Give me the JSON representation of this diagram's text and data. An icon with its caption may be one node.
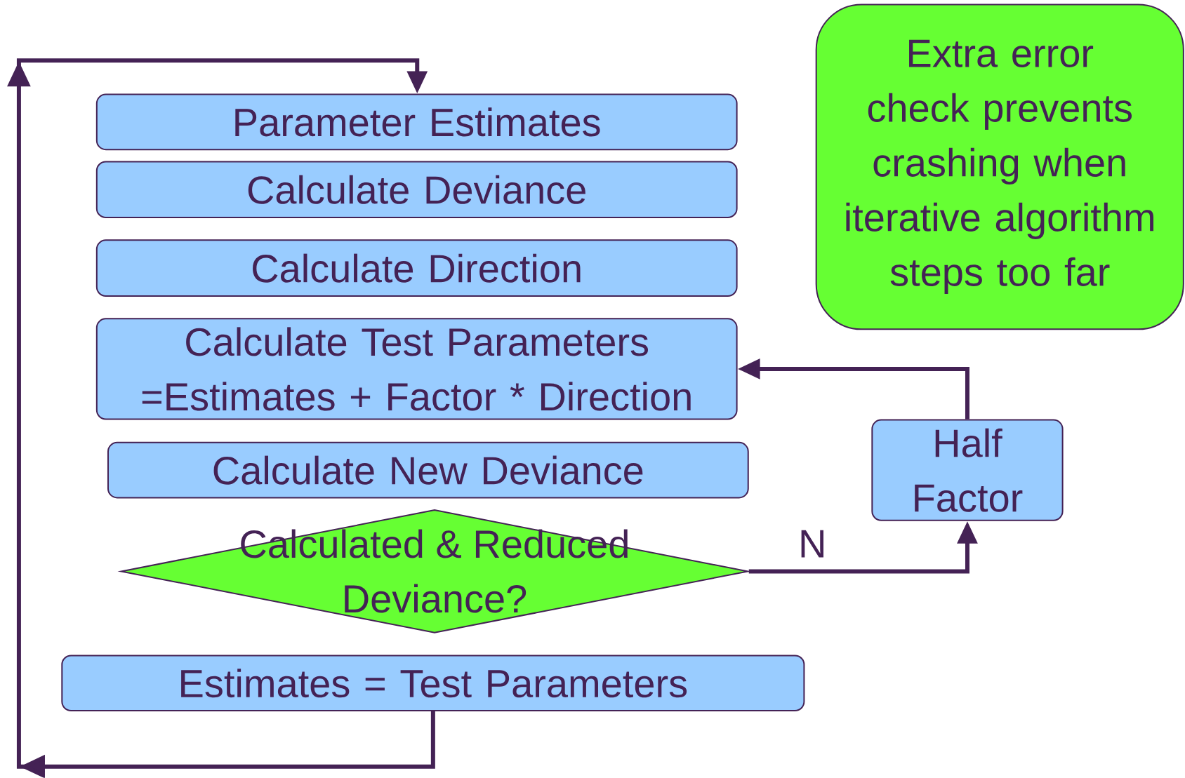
{
  "diagram": {
    "nodes": [
      {
        "text": [
          "Parameter Estimates"
        ]
      },
      {
        "text": [
          "Calculate Deviance"
        ]
      },
      {
        "text": [
          "Calculate Direction"
        ]
      },
      {
        "text": [
          "Calculate Test Parameters =Estimates + Factor * Direction"
        ]
      },
      {
        "text": [
          "Calculate New Deviance"
        ]
      },
      {
        "text": [
          "Calculated & Reduced Deviance?"
        ]
      },
      {
        "text": [
          "Estimates = Test Parameters"
        ]
      },
      {
        "text": [
          "Half Factor"
        ]
      },
      {
        "text": [
          "Extra error check prevents crashing when iterative algorithm steps too far"
        ]
      }
    ],
    "edges": [
      {
        "from": 5,
        "to": 7,
        "arrow": "to",
        "label": "N"
      },
      {
        "from": 7,
        "to": 3,
        "arrow": "to"
      },
      {
        "from": 6,
        "to": 0,
        "arrow": "to"
      }
    ]
  }
}
